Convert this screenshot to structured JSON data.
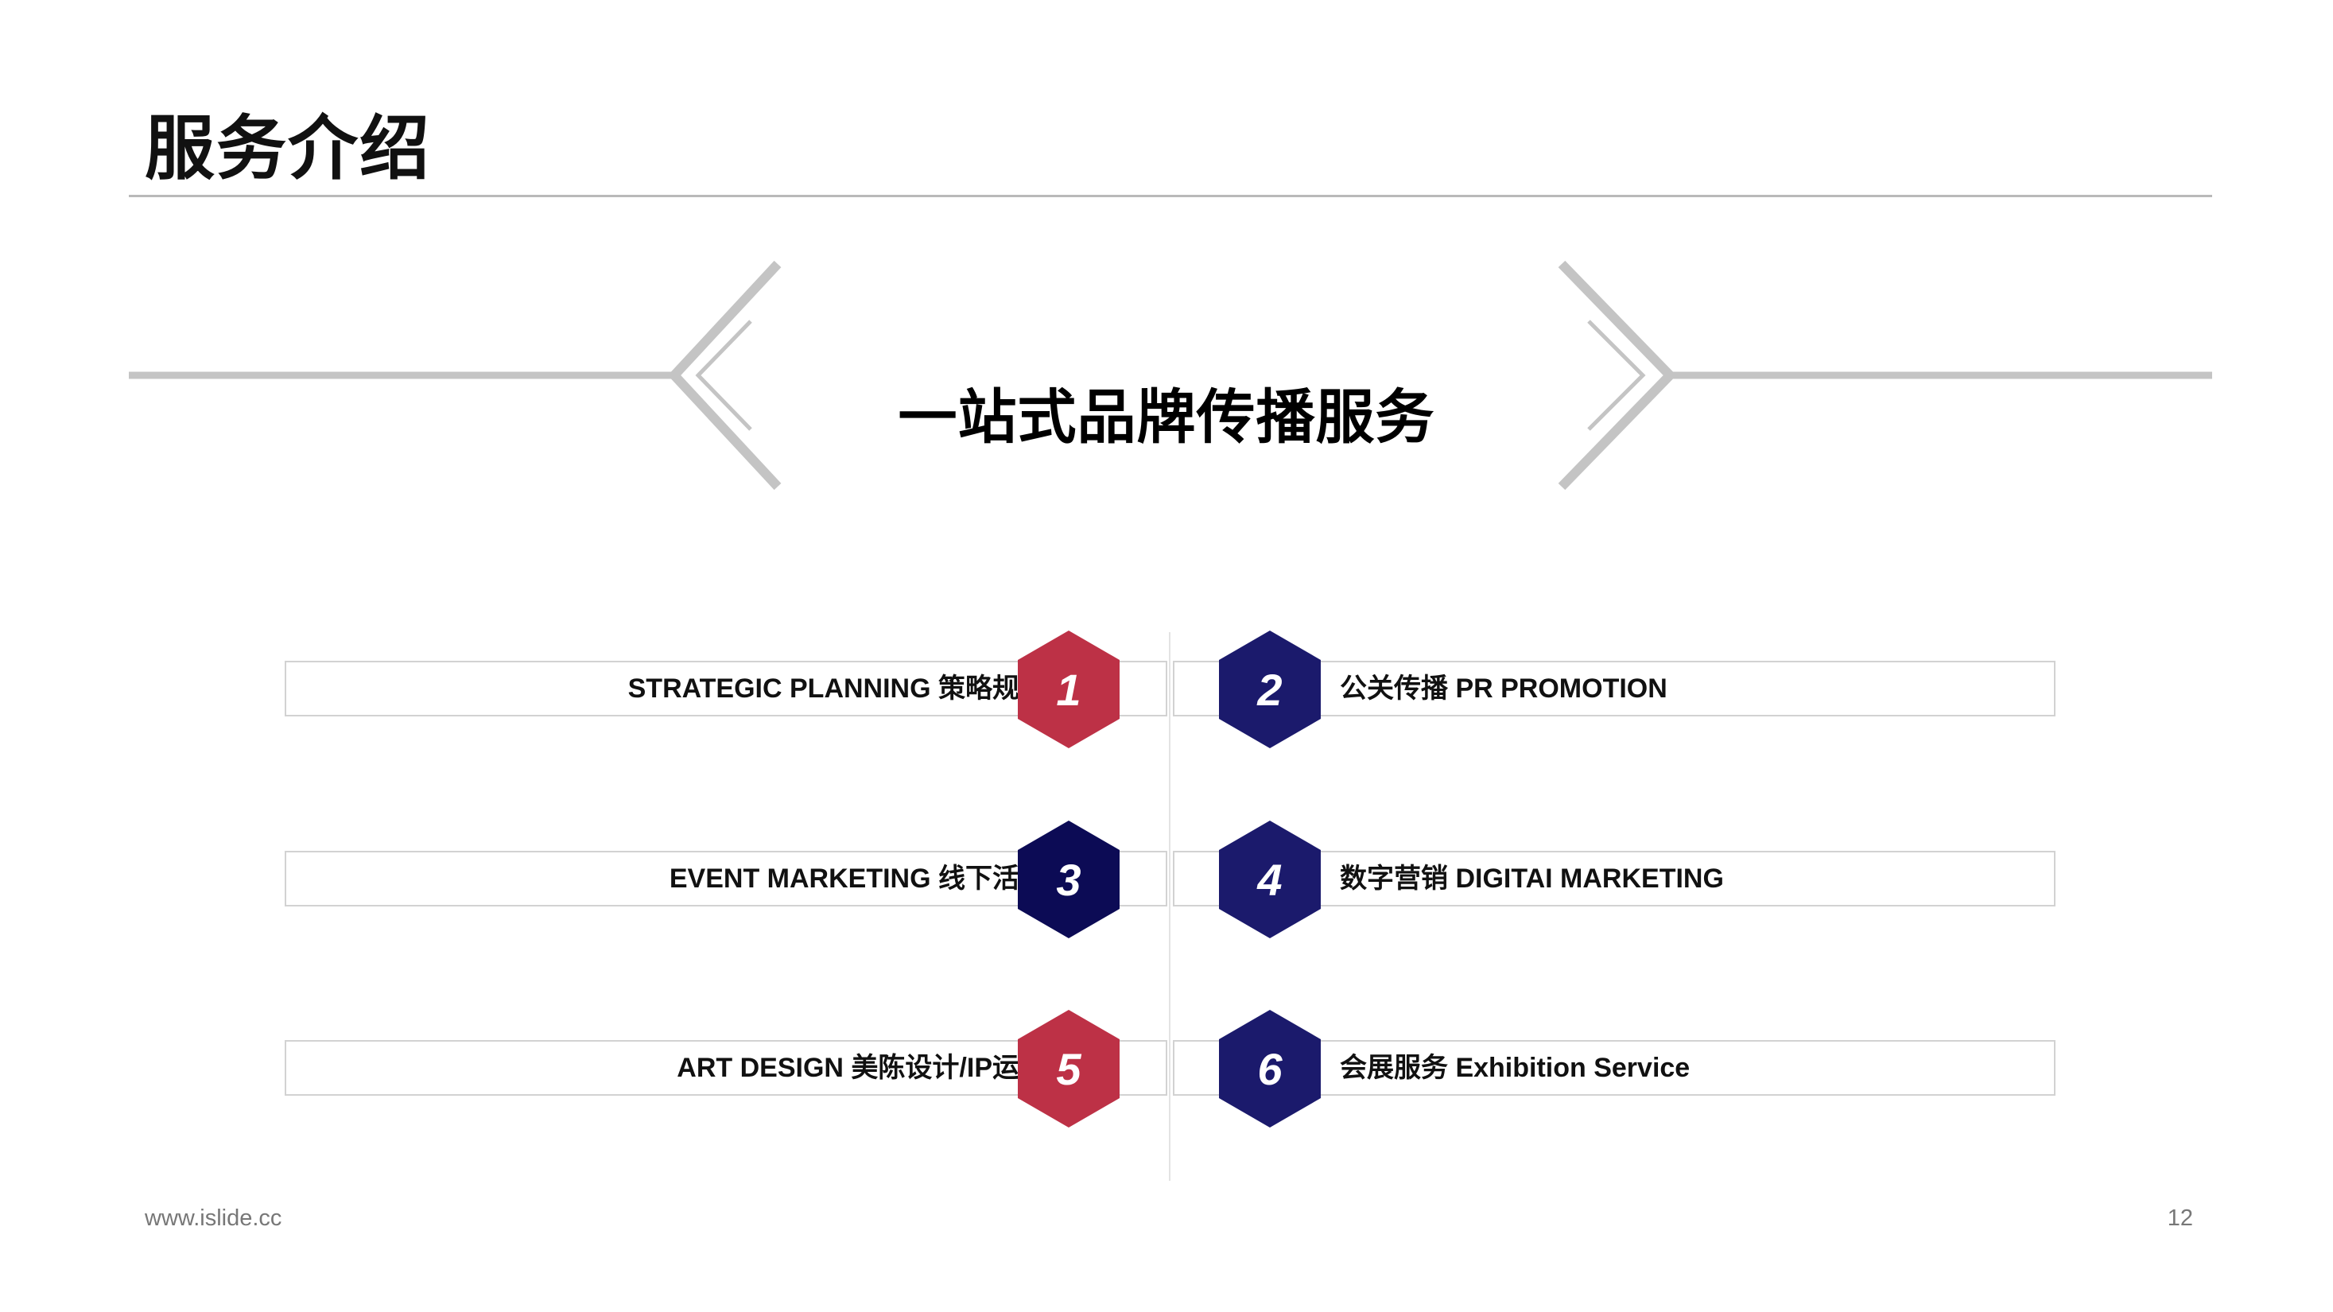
{
  "page": {
    "title": "服务介绍",
    "headline": "一站式品牌传播服务",
    "footer_url": "www.islide.cc",
    "page_number": "12"
  },
  "colors": {
    "red": "#bd3146",
    "navy": "#1b1a6c",
    "navy_dark": "#0c0b55",
    "rule": "#b9b9b9",
    "deco": "#c4c4c4"
  },
  "services": [
    {
      "number": "1",
      "label": "STRATEGIC PLANNING  策略规划",
      "color": "red",
      "side": "left"
    },
    {
      "number": "2",
      "label": "公关传播  PR PROMOTION",
      "color": "navy",
      "side": "right"
    },
    {
      "number": "3",
      "label": "EVENT MARKETING  线下活动",
      "color": "navy_dark",
      "side": "left"
    },
    {
      "number": "4",
      "label": "数字营销 DIGITAI MARKETING",
      "color": "navy",
      "side": "right"
    },
    {
      "number": "5",
      "label": "ART DESIGN  美陈设计/IP运营",
      "color": "red",
      "side": "left"
    },
    {
      "number": "6",
      "label": "会展服务  Exhibition Service",
      "color": "navy",
      "side": "right"
    }
  ]
}
